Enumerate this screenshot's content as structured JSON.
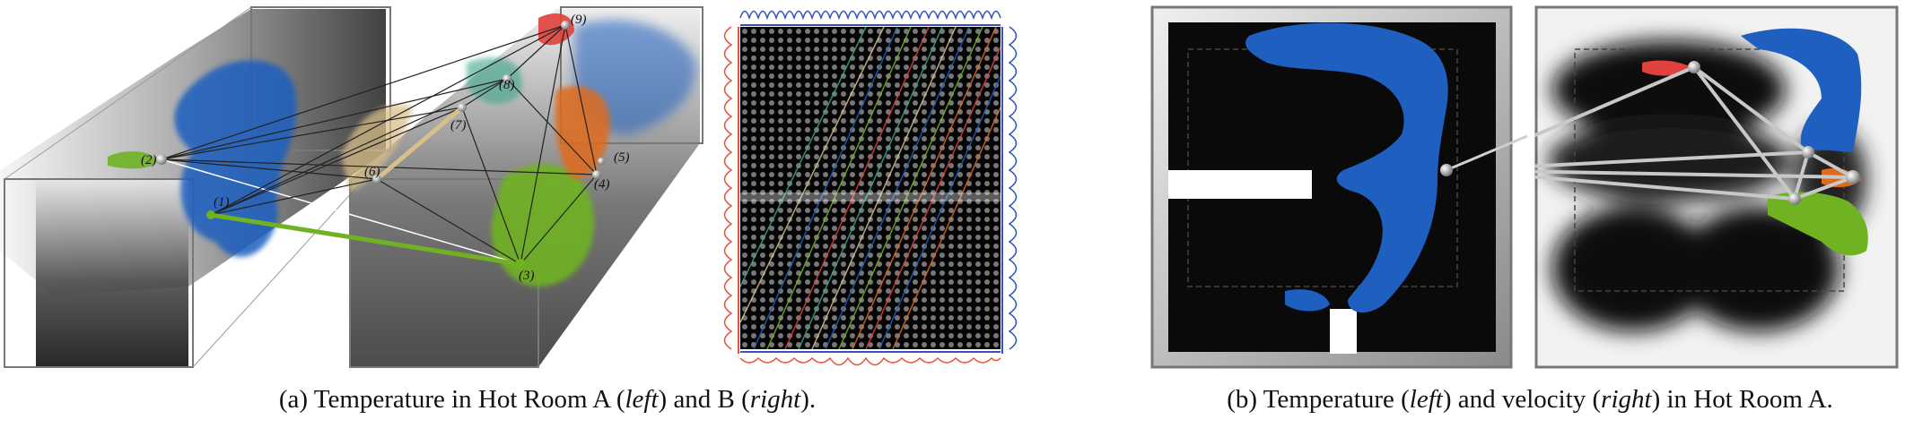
{
  "figure": {
    "panel_a": {
      "node_labels": [
        "(1)",
        "(2)",
        "(3)",
        "(4)",
        "(5)",
        "(6)",
        "(7)",
        "(8)",
        "(9)"
      ],
      "caption": {
        "prefix": "(a) Temperature in Hot Room A (",
        "left": "left",
        "middle": ") and B (",
        "right": "right",
        "suffix": ")."
      }
    },
    "panel_b": {
      "caption": {
        "prefix": "(b) Temperature (",
        "left": "left",
        "middle": ") and velocity (",
        "right": "right",
        "suffix": ") in Hot Room A."
      }
    },
    "colors": {
      "blue": "#1f5fbf",
      "green": "#6fb323",
      "red": "#e0413c",
      "orange": "#e06a1c",
      "tan": "#d9c08a",
      "teal": "#3aa58a",
      "axis_blue": "#3355bb",
      "axis_red": "#e0553a"
    }
  }
}
